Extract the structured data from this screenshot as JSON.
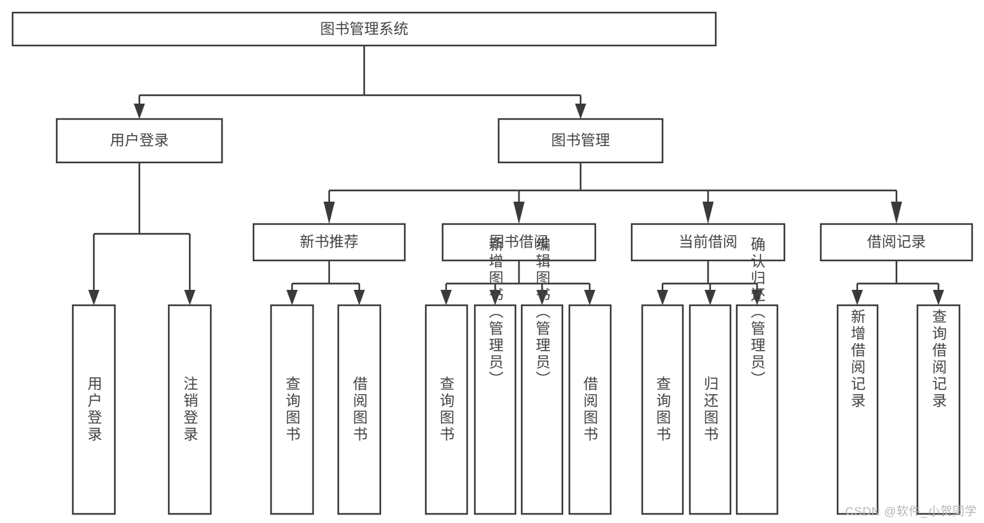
{
  "diagram": {
    "type": "tree",
    "title": "图书管理系统",
    "watermark": "CSDN @软件_小贺同学",
    "colors": {
      "background": "#ffffff",
      "box_stroke": "#3a3a3a",
      "box_fill": "#ffffff",
      "text": "#434343",
      "watermark": "#b6b6b6"
    },
    "nodes": {
      "root": {
        "label": "图书管理系统",
        "orientation": "horizontal"
      },
      "user_login": {
        "label": "用户登录",
        "orientation": "horizontal"
      },
      "book_manage": {
        "label": "图书管理",
        "orientation": "horizontal"
      },
      "new_book_rec": {
        "label": "新书推荐",
        "orientation": "horizontal"
      },
      "book_borrow": {
        "label": "图书借阅",
        "orientation": "horizontal"
      },
      "current_borrow": {
        "label": "当前借阅",
        "orientation": "horizontal"
      },
      "borrow_record": {
        "label": "借阅记录",
        "orientation": "horizontal"
      },
      "leaf_user_login": {
        "label": "用户登录",
        "orientation": "vertical"
      },
      "leaf_logout": {
        "label": "注销登录",
        "orientation": "vertical"
      },
      "leaf_query_book_1": {
        "label": "查询图书",
        "orientation": "vertical"
      },
      "leaf_borrow_book_1": {
        "label": "借阅图书",
        "orientation": "vertical"
      },
      "leaf_query_book_2": {
        "label": "查询图书",
        "orientation": "vertical"
      },
      "leaf_add_book": {
        "label": "新增图书（管理员）",
        "orientation": "vertical"
      },
      "leaf_edit_book": {
        "label": "编辑图书（管理员）",
        "orientation": "vertical"
      },
      "leaf_borrow_book_2": {
        "label": "借阅图书",
        "orientation": "vertical"
      },
      "leaf_query_book_3": {
        "label": "查询图书",
        "orientation": "vertical"
      },
      "leaf_return_book": {
        "label": "归还图书",
        "orientation": "vertical"
      },
      "leaf_confirm_return": {
        "label": "确认归还（管理员）",
        "orientation": "vertical"
      },
      "leaf_add_record": {
        "label": "新增借阅记录",
        "orientation": "vertical"
      },
      "leaf_query_record": {
        "label": "查询借阅记录",
        "orientation": "vertical"
      }
    },
    "hierarchy": {
      "root": [
        "user_login",
        "book_manage"
      ],
      "user_login": [
        "leaf_user_login",
        "leaf_logout"
      ],
      "book_manage": [
        "new_book_rec",
        "book_borrow",
        "current_borrow",
        "borrow_record"
      ],
      "new_book_rec": [
        "leaf_query_book_1",
        "leaf_borrow_book_1"
      ],
      "book_borrow": [
        "leaf_query_book_2",
        "leaf_add_book",
        "leaf_edit_book",
        "leaf_borrow_book_2"
      ],
      "current_borrow": [
        "leaf_query_book_3",
        "leaf_return_book",
        "leaf_confirm_return"
      ],
      "borrow_record": [
        "leaf_add_record",
        "leaf_query_record"
      ]
    }
  }
}
